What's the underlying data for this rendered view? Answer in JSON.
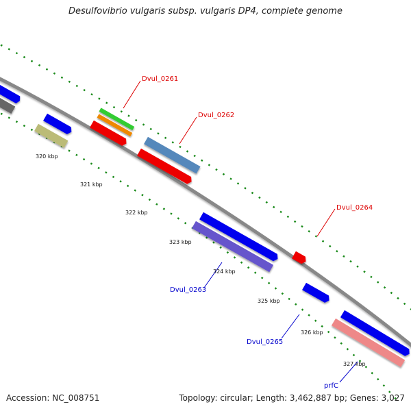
{
  "title": "Desulfovibrio vulgaris subsp. vulgaris DP4, complete genome",
  "footer": {
    "accession": "Accession: NC_008751",
    "topology": "Topology: circular; Length: 3,462,887 bp; Genes: 3,027"
  },
  "ticks": [
    "320 kbp",
    "321 kbp",
    "322 kbp",
    "323 kbp",
    "324 kbp",
    "325 kbp",
    "326 kbp",
    "327 kbp"
  ],
  "gene_labels": {
    "dvul_0261": "Dvul_0261",
    "dvul_0262": "Dvul_0262",
    "dvul_0264": "Dvul_0264",
    "dvul_0263": "Dvul_0263",
    "dvul_0265": "Dvul_0265",
    "prfC": "prfC"
  },
  "colors": {
    "forward_cds": "#0000ee",
    "reverse_cds": "#ee0000",
    "backbone": "#888888",
    "tick": "#1a8a1a",
    "label_forward": "#dd0000",
    "label_reverse": "#0000cc",
    "gc_green": "#33cc33",
    "gc_orange": "#ee8800",
    "steel_blue": "#5588bb",
    "purple": "#6655cc",
    "salmon": "#ee8888",
    "khaki": "#bbbb77",
    "dark_gray": "#666666"
  }
}
